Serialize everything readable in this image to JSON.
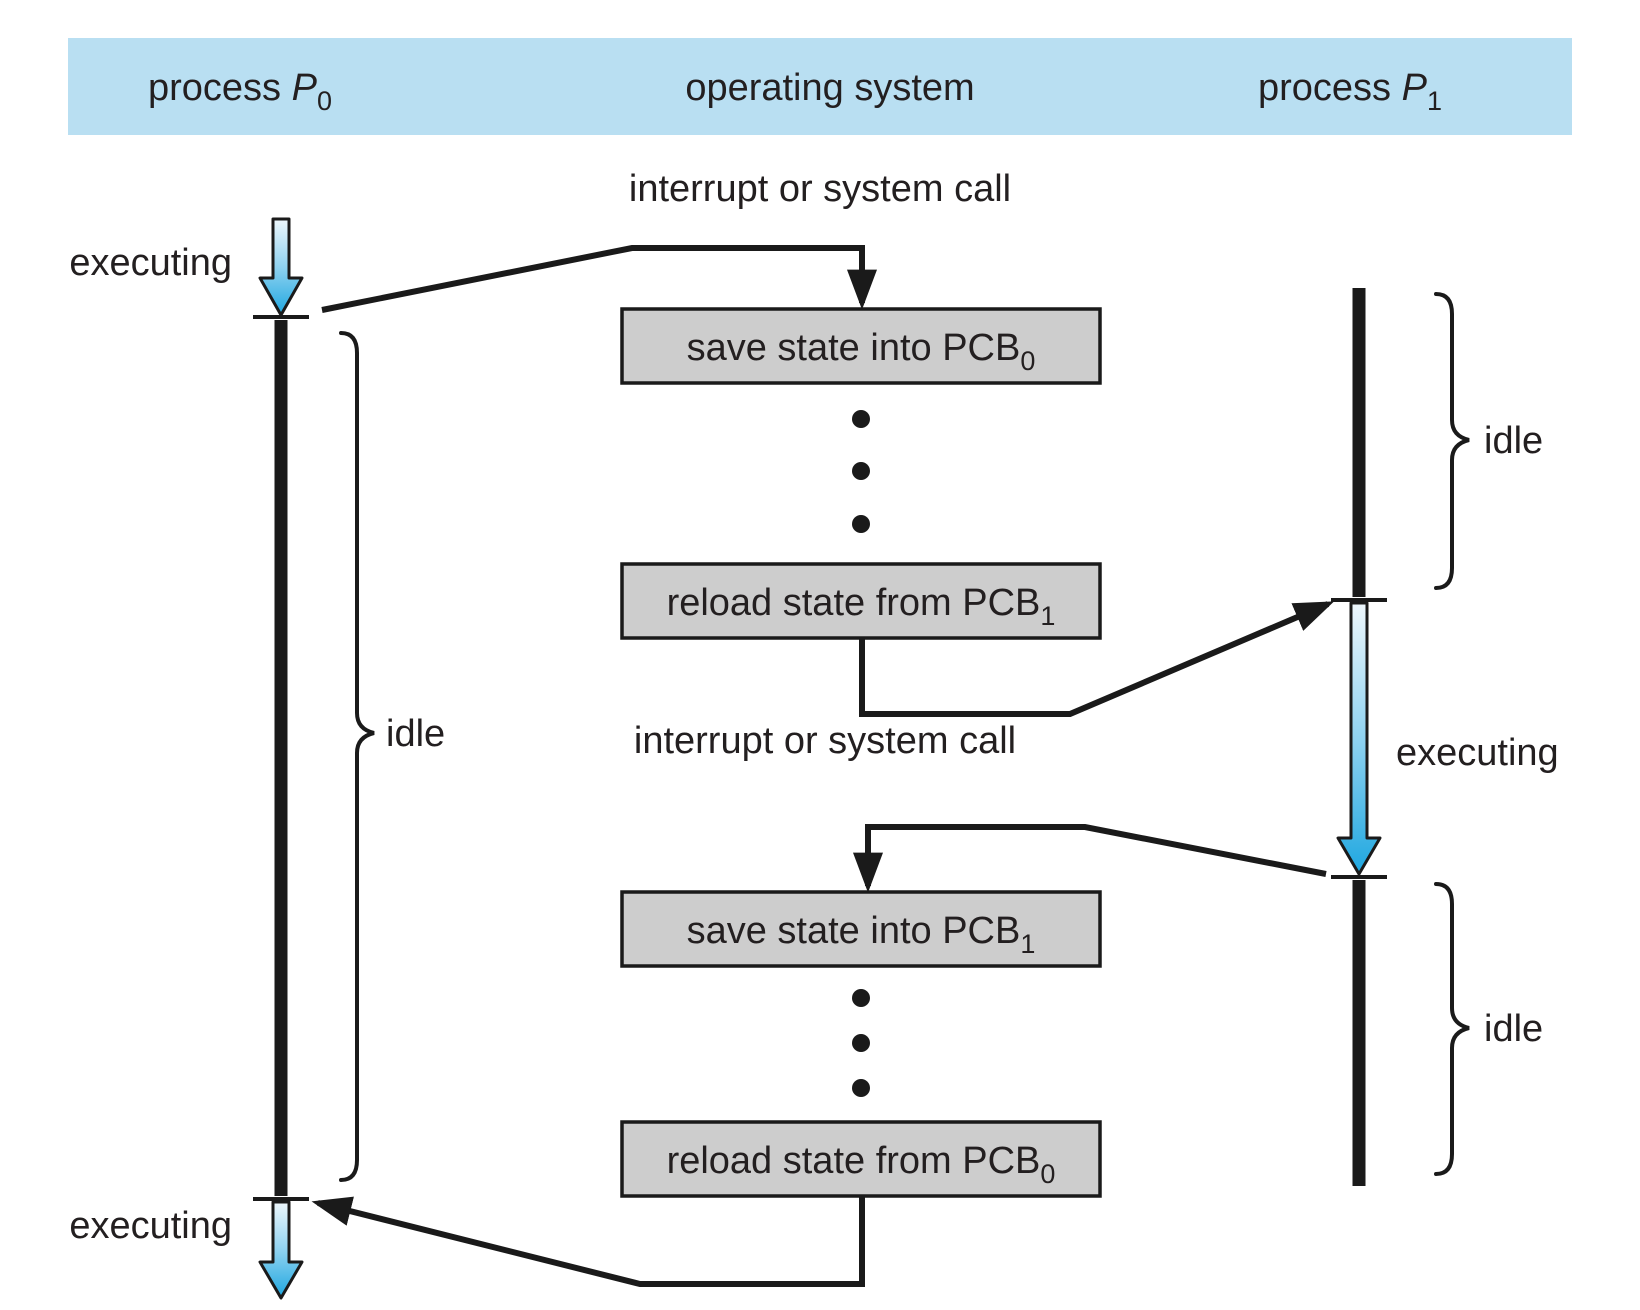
{
  "figure": {
    "description": "process context switch between two processes via the operating system"
  },
  "colors": {
    "header_bg": "#b9dff2",
    "box_fill": "#cdcdcd",
    "line": "#1a1a1a",
    "arrow_grad_top": "#eef7fc",
    "arrow_grad_mid": "#8fd2f0",
    "arrow_grad_bottom": "#1ea7e0"
  },
  "header": {
    "p0": {
      "prefix": "process ",
      "symbol": "P",
      "sub": "0"
    },
    "os": "operating system",
    "p1": {
      "prefix": "process ",
      "symbol": "P",
      "sub": "1"
    }
  },
  "events": {
    "interrupt_top": "interrupt or system call",
    "interrupt_bottom": "interrupt or system call"
  },
  "boxes": {
    "save_p0": {
      "text": "save state into PCB",
      "sub": "0"
    },
    "reload_p1": {
      "text": "reload state from PCB",
      "sub": "1"
    },
    "save_p1": {
      "text": "save state into PCB",
      "sub": "1"
    },
    "reload_p0": {
      "text": "reload state from PCB",
      "sub": "0"
    }
  },
  "states": {
    "p0_executing_top": "executing",
    "p0_idle": "idle",
    "p0_executing_bottom": "executing",
    "p1_idle_top": "idle",
    "p1_executing": "executing",
    "p1_idle_bottom": "idle"
  }
}
